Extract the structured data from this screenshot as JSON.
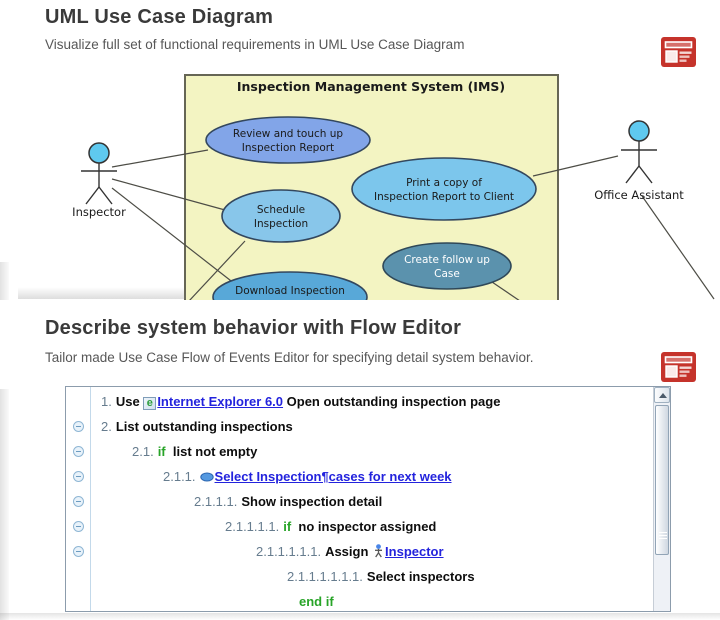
{
  "section1": {
    "title": "UML Use Case Diagram",
    "subtitle": "Visualize full set of functional requirements in UML Use Case Diagram"
  },
  "section2": {
    "title": "Describe system behavior with Flow Editor",
    "subtitle": "Tailor made Use Case Flow of Events Editor for specifying detail system behavior."
  },
  "colors": {
    "feature_icon_red": "#c5332b",
    "boundary_fill": "#f3f4c2",
    "boundary_stroke": "#666655",
    "actor_head_fill": "#5fc9ef",
    "link_blue": "#2323dd",
    "keyword_green": "#28a428",
    "step_number": "#667c8e"
  },
  "diagram": {
    "system_title": "Inspection Management System (IMS)",
    "actors": [
      {
        "name": "Inspector"
      },
      {
        "name": "Office Assistant"
      }
    ],
    "use_cases": [
      {
        "line1": "Review and touch up",
        "line2": "Inspection Report",
        "fill": "#82a5e8"
      },
      {
        "line1": "Schedule",
        "line2": "Inspection",
        "fill": "#88c6ea"
      },
      {
        "line1": "Print a copy of",
        "line2": "Inspection Report to Client",
        "fill": "#7cc6ec"
      },
      {
        "line1": "Create follow up",
        "line2": "Case",
        "fill": "#5b92ad"
      },
      {
        "line1": "Download Inspection",
        "fill": "#58a8d8"
      }
    ]
  },
  "icons": {
    "ie_glyph": "e"
  },
  "flow": {
    "rows": [
      {
        "num": "1.",
        "pre": "Use ",
        "link": "Internet Explorer 6.0",
        "post": " Open outstanding inspection page"
      },
      {
        "num": "2.",
        "text": "List outstanding inspections"
      },
      {
        "num": "2.1.",
        "kw": "if",
        "text": "  list not empty"
      },
      {
        "num": "2.1.1.",
        "link": "Select Inspection¶cases for next week"
      },
      {
        "num": "2.1.1.1.",
        "text": "Show inspection detail"
      },
      {
        "num": "2.1.1.1.1.",
        "kw": "if",
        "text": "  no inspector assigned"
      },
      {
        "num": "2.1.1.1.1.1.",
        "text": "Assign ",
        "link": "Inspector"
      },
      {
        "num": "2.1.1.1.1.1.1.",
        "text": "Select inspectors"
      },
      {
        "kw": "end if"
      }
    ]
  }
}
